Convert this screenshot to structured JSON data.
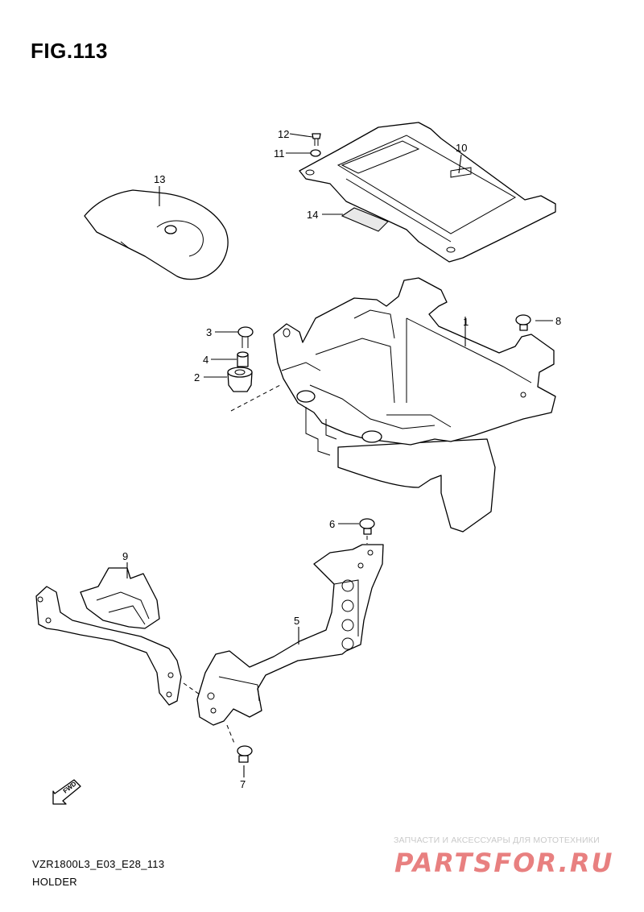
{
  "figure": {
    "title": "FIG.113",
    "model_code": "VZR1800L3_E03_E28_113",
    "name": "HOLDER"
  },
  "callouts": [
    "1",
    "2",
    "3",
    "4",
    "5",
    "6",
    "7",
    "8",
    "9",
    "10",
    "11",
    "12",
    "13",
    "14"
  ],
  "fwd_label": "FWD",
  "watermark": {
    "tagline": "ЗАПЧАСТИ И АКСЕССУАРЫ ДЛЯ МОТОТЕХНИКИ",
    "logo": "PARTSFOR.RU"
  }
}
